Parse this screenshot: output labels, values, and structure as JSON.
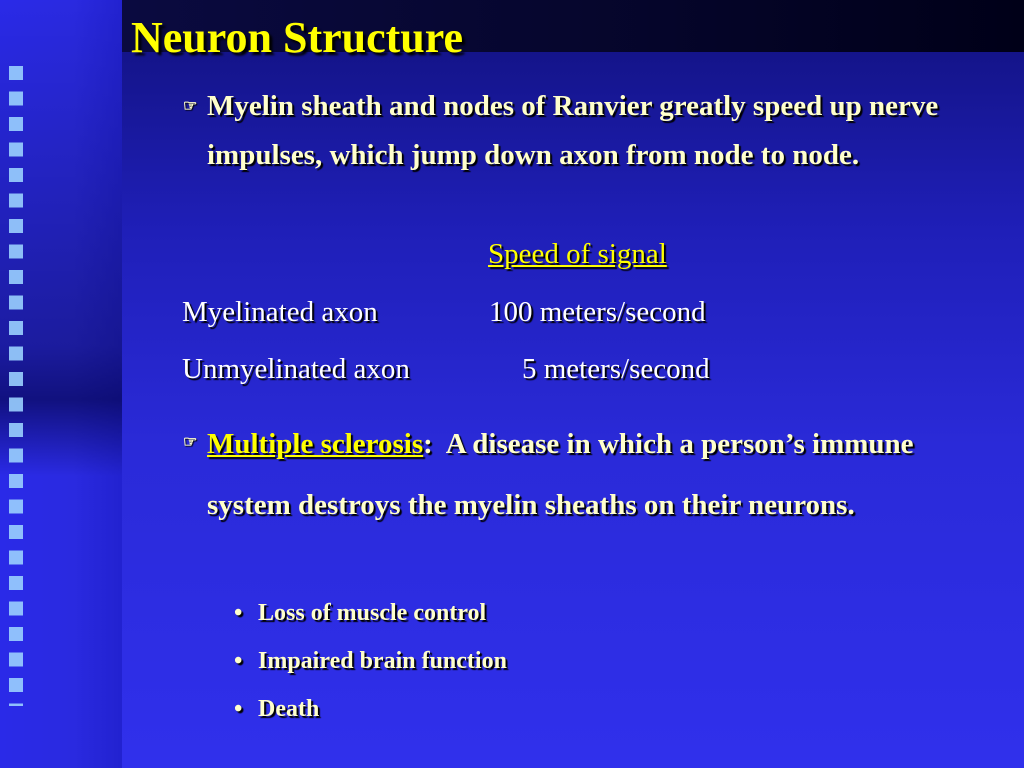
{
  "slide": {
    "title": "Neuron Structure",
    "bullet1": {
      "icon": "pointing-hand-icon",
      "text": "Myelin sheath and nodes of Ranvier greatly speed up nerve impulses, which jump down axon from node to node."
    },
    "speed_table": {
      "header": "Speed of signal",
      "rows": [
        {
          "label": "Myelinated axon",
          "value": "100 meters/second"
        },
        {
          "label": "Unmyelinated axon",
          "value": "5 meters/second"
        }
      ]
    },
    "bullet2": {
      "icon": "pointing-hand-icon",
      "term": "Multiple sclerosis",
      "colon": ":",
      "text": "  A disease in which a person’s immune system destroys the myelin sheaths on their neurons."
    },
    "sub_bullets": [
      {
        "marker": "•",
        "text": "Loss of muscle control"
      },
      {
        "marker": "•",
        "text": "Impaired brain function"
      },
      {
        "marker": "•",
        "text": "Death"
      }
    ],
    "colors": {
      "title": "#ffff00",
      "body_text": "#ffffcc",
      "table_text": "#ffffff",
      "background": "#2a2ad8",
      "accent_squares": "#9ad0ff"
    }
  }
}
